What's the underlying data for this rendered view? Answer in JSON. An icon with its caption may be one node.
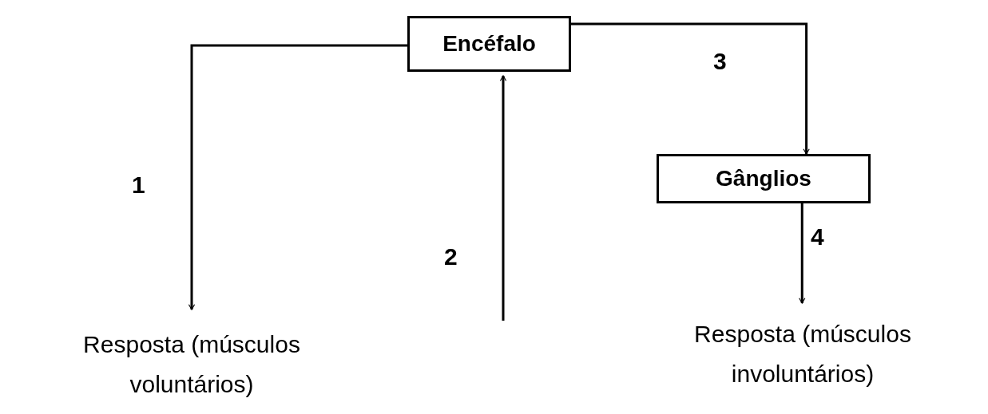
{
  "diagram": {
    "nodes": [
      {
        "text": [
          "Encéfalo"
        ]
      },
      {
        "text": [
          "Gânglios"
        ]
      },
      {
        "text": [
          "Resposta (músculos voluntários)"
        ]
      },
      {
        "text": [
          "Resposta (músculos involuntários)"
        ]
      }
    ],
    "edges": [
      {
        "from": 0,
        "to": 2,
        "arrow": "to",
        "label": "1"
      },
      {
        "from": null,
        "to": 0,
        "arrow": "to",
        "label": "2"
      },
      {
        "from": 0,
        "to": 1,
        "arrow": "to",
        "label": "3"
      },
      {
        "from": 1,
        "to": 3,
        "arrow": "to",
        "label": "4"
      }
    ]
  }
}
